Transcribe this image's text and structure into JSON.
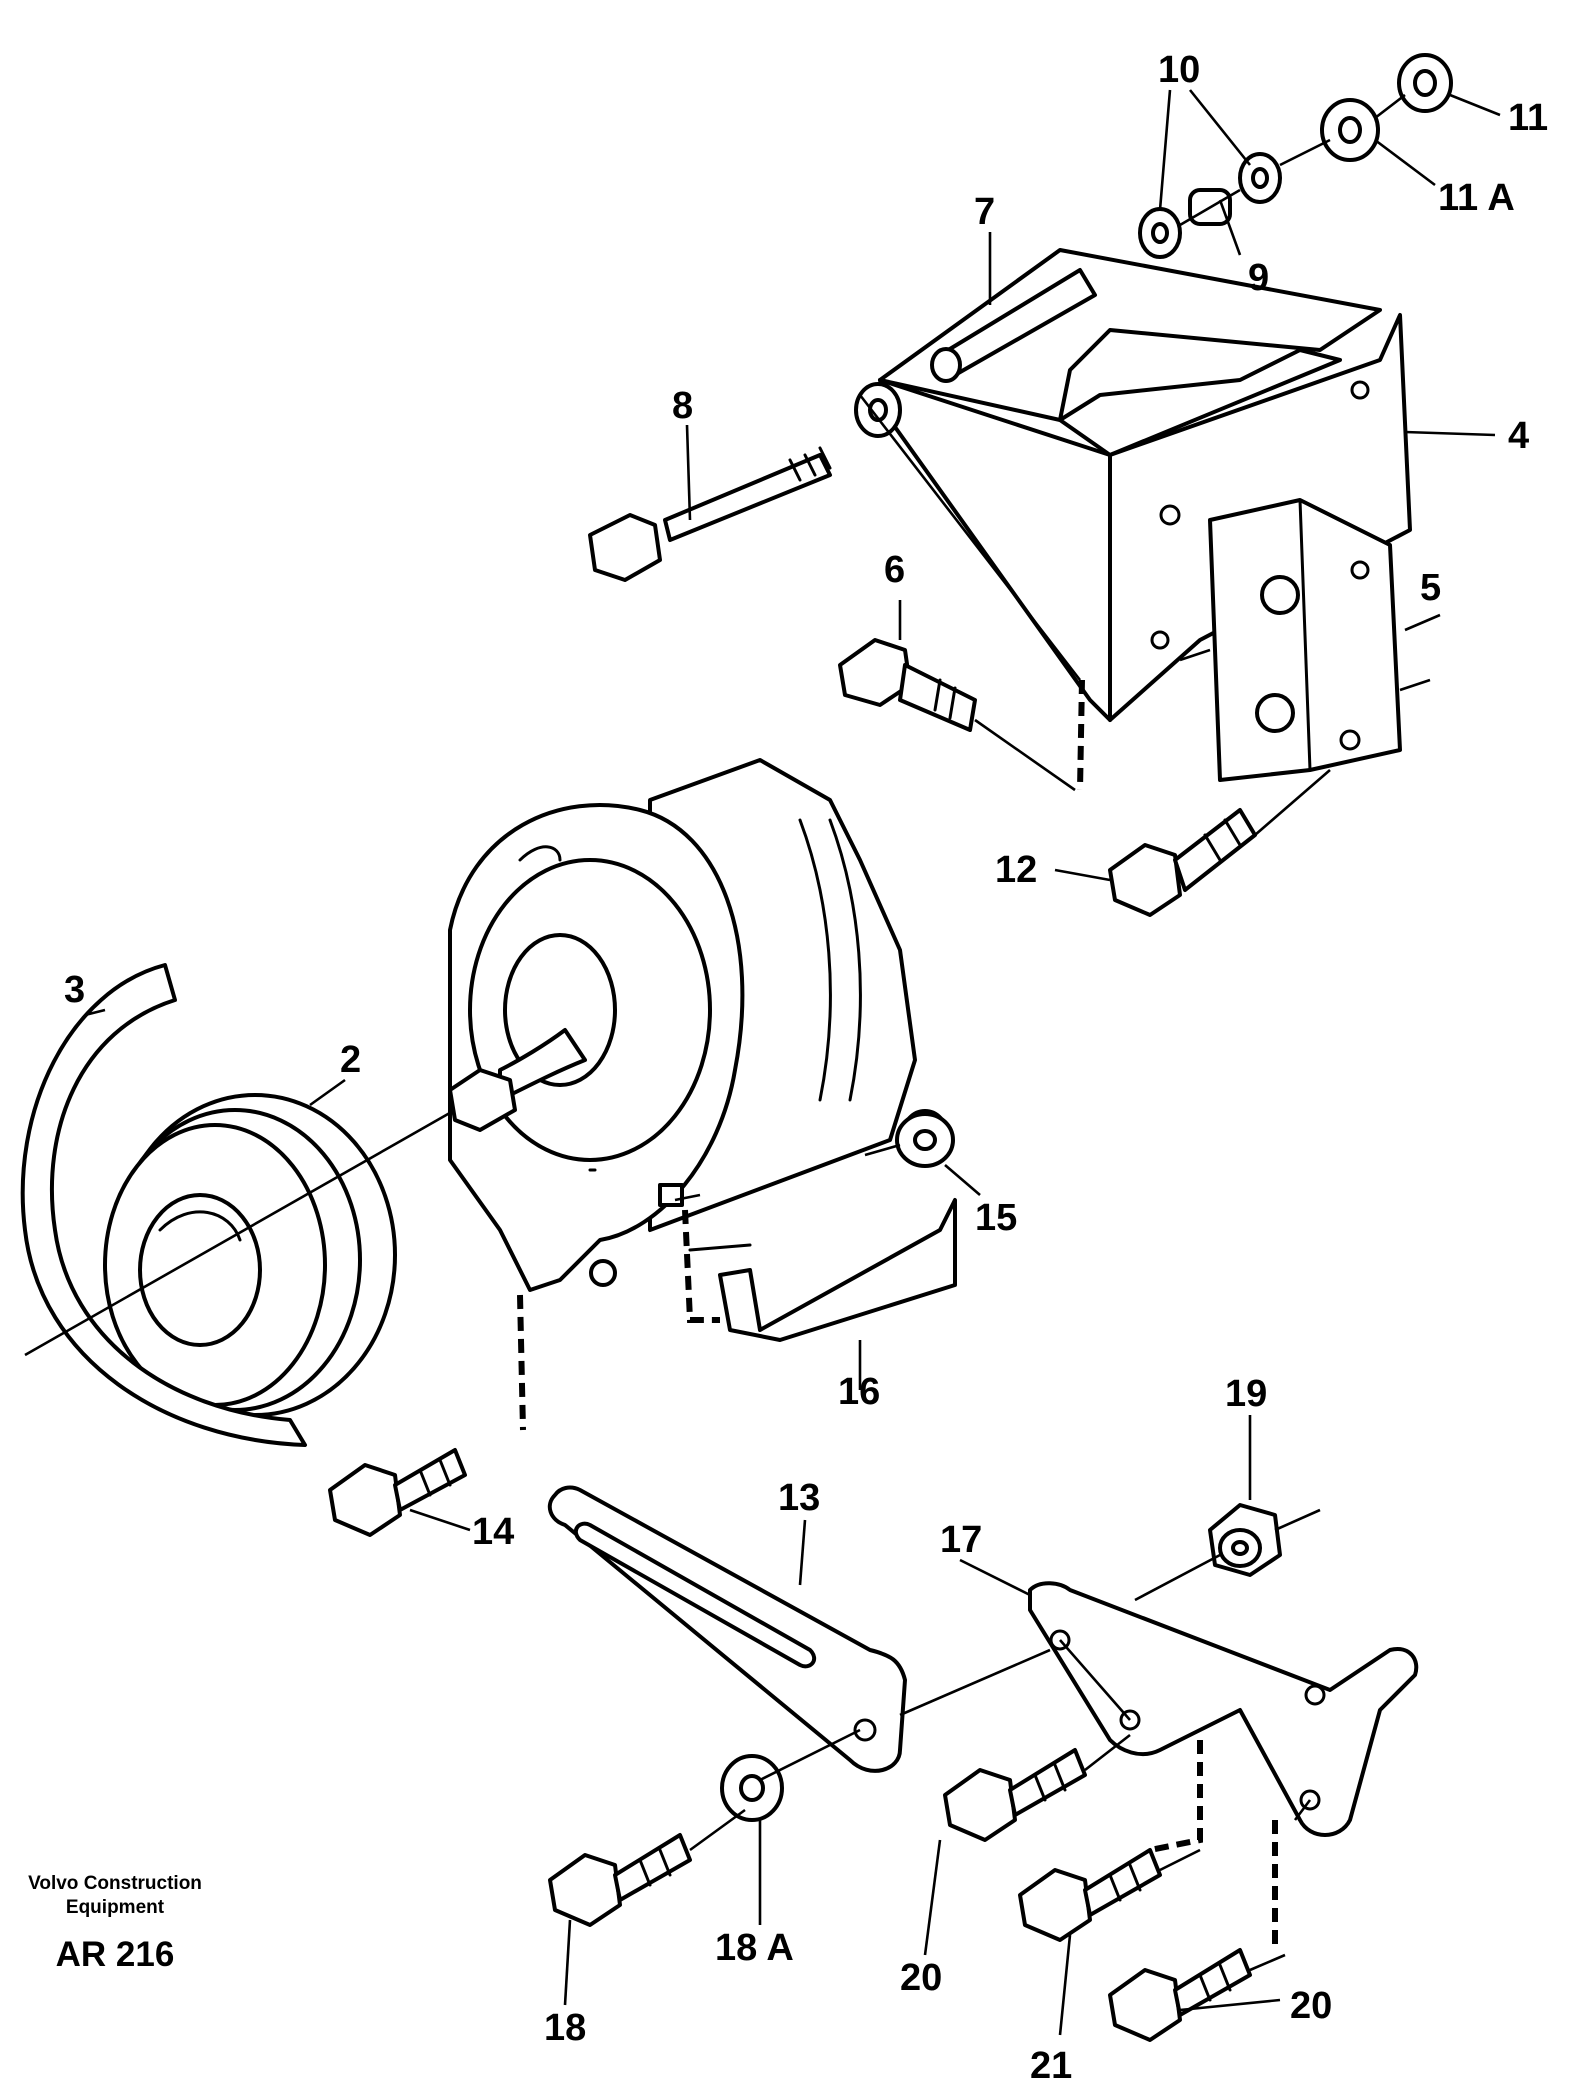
{
  "callouts": {
    "c1": "10",
    "c2": "11",
    "c3": "11 A",
    "c4": "7",
    "c5": "9",
    "c6": "8",
    "c7": "4",
    "c8": "6",
    "c9": "5",
    "c10": "12",
    "c11": "3",
    "c12": "2",
    "c13": "15",
    "c14": "16",
    "c15": "19",
    "c16": "14",
    "c17": "13",
    "c18": "17",
    "c19": "18 A",
    "c20": "20",
    "c21": "18",
    "c22": "21",
    "c23": "20"
  },
  "footer": {
    "brand_line1": "Volvo Construction",
    "brand_line2": "Equipment",
    "drawing_code": "AR 216"
  }
}
